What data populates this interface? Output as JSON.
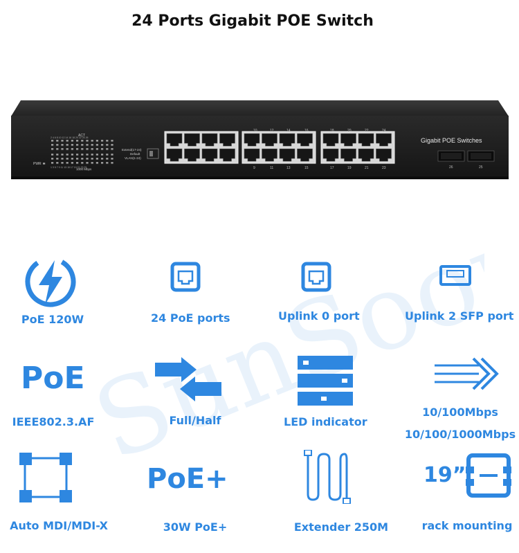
{
  "title": "24 Ports Gigabit POE Switch",
  "brand_color": "#2e87e0",
  "device": {
    "brand_label": "Gigabit POE Switches",
    "act_label": "ACT",
    "pwr_label": "PWR",
    "speed_label": "1000 Mbps",
    "mode_labels": [
      "Extend(17-24)",
      "Default",
      "VLAN(1-24)"
    ],
    "led_top_numbers": "2  4  6  8 10 12 14 16 18 20 22 24 26",
    "led_bottom_numbers": "1  3  5  7  9 11 13 15 17 19 21 23 25",
    "group2_top": [
      "10",
      "12",
      "14",
      "16"
    ],
    "group2_bottom": [
      "9",
      "11",
      "13",
      "15"
    ],
    "group3_top": [
      "18",
      "20",
      "22",
      "24"
    ],
    "group3_bottom": [
      "17",
      "19",
      "21",
      "23"
    ],
    "sfp_labels": [
      "26",
      "25"
    ]
  },
  "watermark": "SunSoont",
  "features": {
    "poe_power": "PoE 120W",
    "poe_ports": "24 PoE ports",
    "uplink_port": "Uplink 0 port",
    "uplink_sfp": "Uplink 2 SFP port",
    "poe_badge": "PoE",
    "standard": "IEEE802.3.AF",
    "duplex": "Full/Half",
    "led": "LED indicator",
    "speed_1": "10/100Mbps",
    "speed_2": "10/100/1000Mbps",
    "mdi": "Auto MDI/MDI-X",
    "poe_plus_badge": "PoE+",
    "poe_plus": "30W PoE+",
    "extender": "Extender 250M",
    "rack_size": "19”",
    "rack": "rack mounting"
  }
}
